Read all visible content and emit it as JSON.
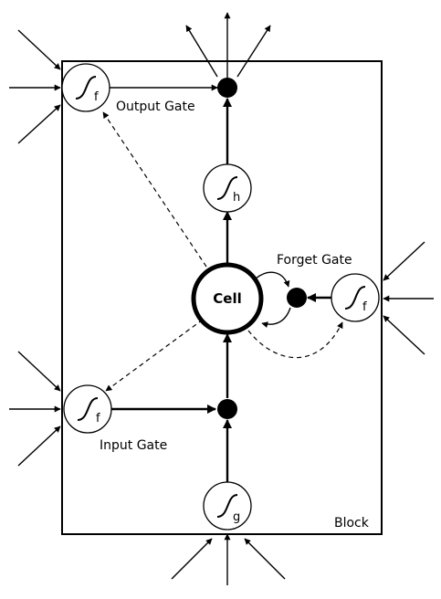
{
  "block": {
    "label": "Block"
  },
  "cell": {
    "label": "Cell"
  },
  "gates": {
    "output": {
      "label": "Output Gate",
      "activation": "f"
    },
    "forget": {
      "label": "Forget Gate",
      "activation": "f"
    },
    "input": {
      "label": "Input Gate",
      "activation": "f"
    }
  },
  "squash": {
    "output_activation": "h",
    "input_activation": "g"
  },
  "icons": {
    "sigmoid": "sigmoid-curve-icon",
    "multiply": "multiplication-node-icon"
  },
  "colors": {
    "ink": "#000000",
    "background": "#ffffff"
  }
}
